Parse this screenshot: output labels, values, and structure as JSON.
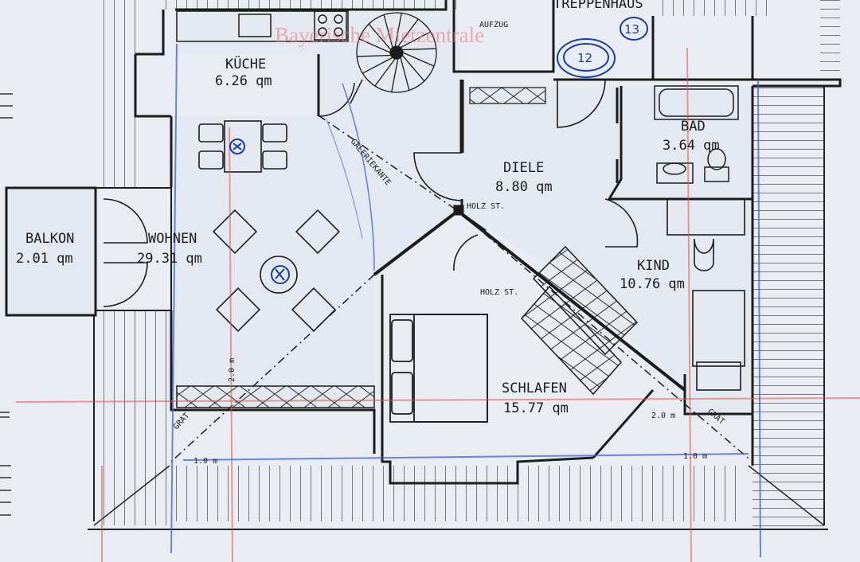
{
  "watermark": "Bayerische Mietzentrale",
  "rooms": {
    "kueche": {
      "name": "KÜCHE",
      "area": "6.26 qm"
    },
    "diele": {
      "name": "DIELE",
      "area": "8.80 qm"
    },
    "bad": {
      "name": "BAD",
      "area": "3.64 qm"
    },
    "balkon": {
      "name": "BALKON",
      "area": "2.01 qm"
    },
    "wohnen": {
      "name": "WOHNEN",
      "area": "29.31 qm"
    },
    "kind": {
      "name": "KIND",
      "area": "10.76 qm"
    },
    "schlafen": {
      "name": "SCHLAFEN",
      "area": "15.77 qm"
    },
    "treppenhaus": {
      "name": "TREPPENHAUS"
    },
    "aufzug": {
      "name": "AUFZUG"
    }
  },
  "annotations": {
    "holz_st_1": "HOLZ ST.",
    "holz_st_2": "HOLZ ST.",
    "galeriekante": "GALERIEKANTE",
    "grat_left": "GRAT",
    "grat_right": "GRAT",
    "height_left": "2.0 m",
    "height_right": "2.0 m",
    "dim_left": "1.0 m",
    "dim_right": "1.0 m"
  },
  "handwritten": {
    "unit_12": "12",
    "unit_13": "13"
  },
  "colors": {
    "paper": "#e9ecf3",
    "ink": "#1c1c1c",
    "red_line": "#e05050",
    "blue_line": "#3b63d6",
    "pen": "#1a3aa8"
  }
}
